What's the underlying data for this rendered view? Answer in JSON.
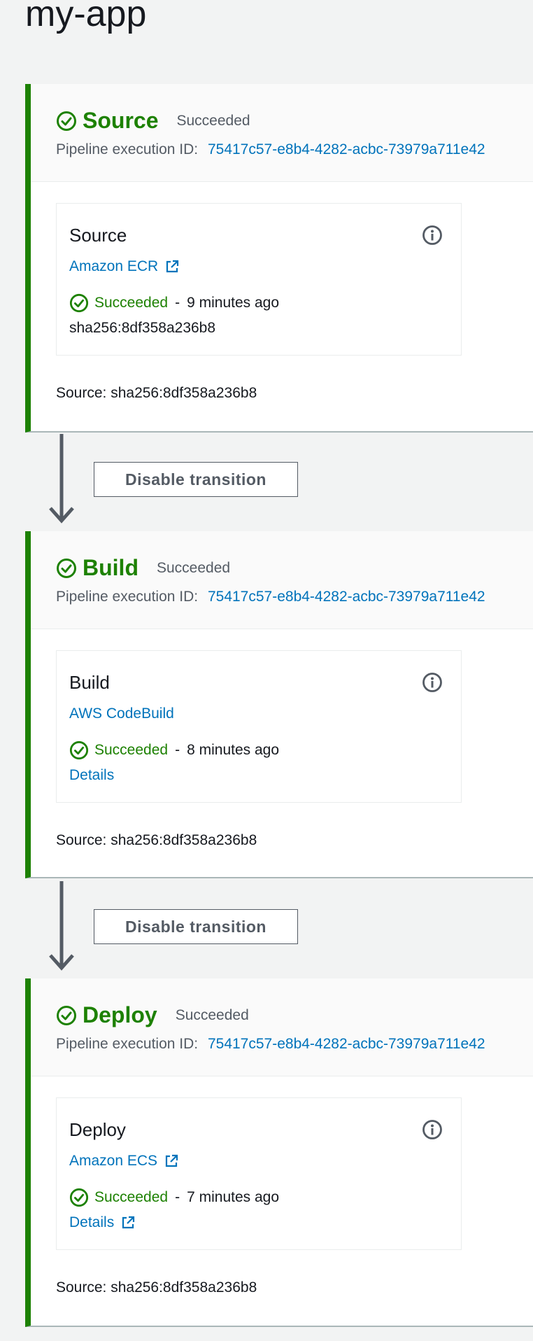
{
  "page": {
    "title": "my-app"
  },
  "colors": {
    "success": "#1d8102",
    "link": "#0073bb",
    "text_secondary": "#545b64"
  },
  "stages": [
    {
      "name": "Source",
      "status": "Succeeded",
      "execution_label": "Pipeline execution ID:",
      "execution_id": "75417c57-e8b4-4282-acbc-73979a711e42",
      "action": {
        "name": "Source",
        "provider": "Amazon ECR",
        "status": "Succeeded",
        "separator": "-",
        "time": "9 minutes ago",
        "extra": "sha256:8df358a236b8"
      },
      "source": "Source: sha256:8df358a236b8"
    },
    {
      "name": "Build",
      "status": "Succeeded",
      "execution_label": "Pipeline execution ID:",
      "execution_id": "75417c57-e8b4-4282-acbc-73979a711e42",
      "action": {
        "name": "Build",
        "provider": "AWS CodeBuild",
        "status": "Succeeded",
        "separator": "-",
        "time": "8 minutes ago",
        "extra": "Details"
      },
      "source": "Source: sha256:8df358a236b8"
    },
    {
      "name": "Deploy",
      "status": "Succeeded",
      "execution_label": "Pipeline execution ID:",
      "execution_id": "75417c57-e8b4-4282-acbc-73979a711e42",
      "action": {
        "name": "Deploy",
        "provider": "Amazon ECS",
        "status": "Succeeded",
        "separator": "-",
        "time": "7 minutes ago",
        "extra": "Details"
      },
      "source": "Source: sha256:8df358a236b8"
    }
  ],
  "transitions": [
    {
      "button_label": "Disable transition"
    },
    {
      "button_label": "Disable transition"
    }
  ],
  "icons": {
    "stage_status": "check-circle-icon",
    "info": "info-icon",
    "external": "external-link-icon",
    "arrow": "arrow-down-icon"
  }
}
